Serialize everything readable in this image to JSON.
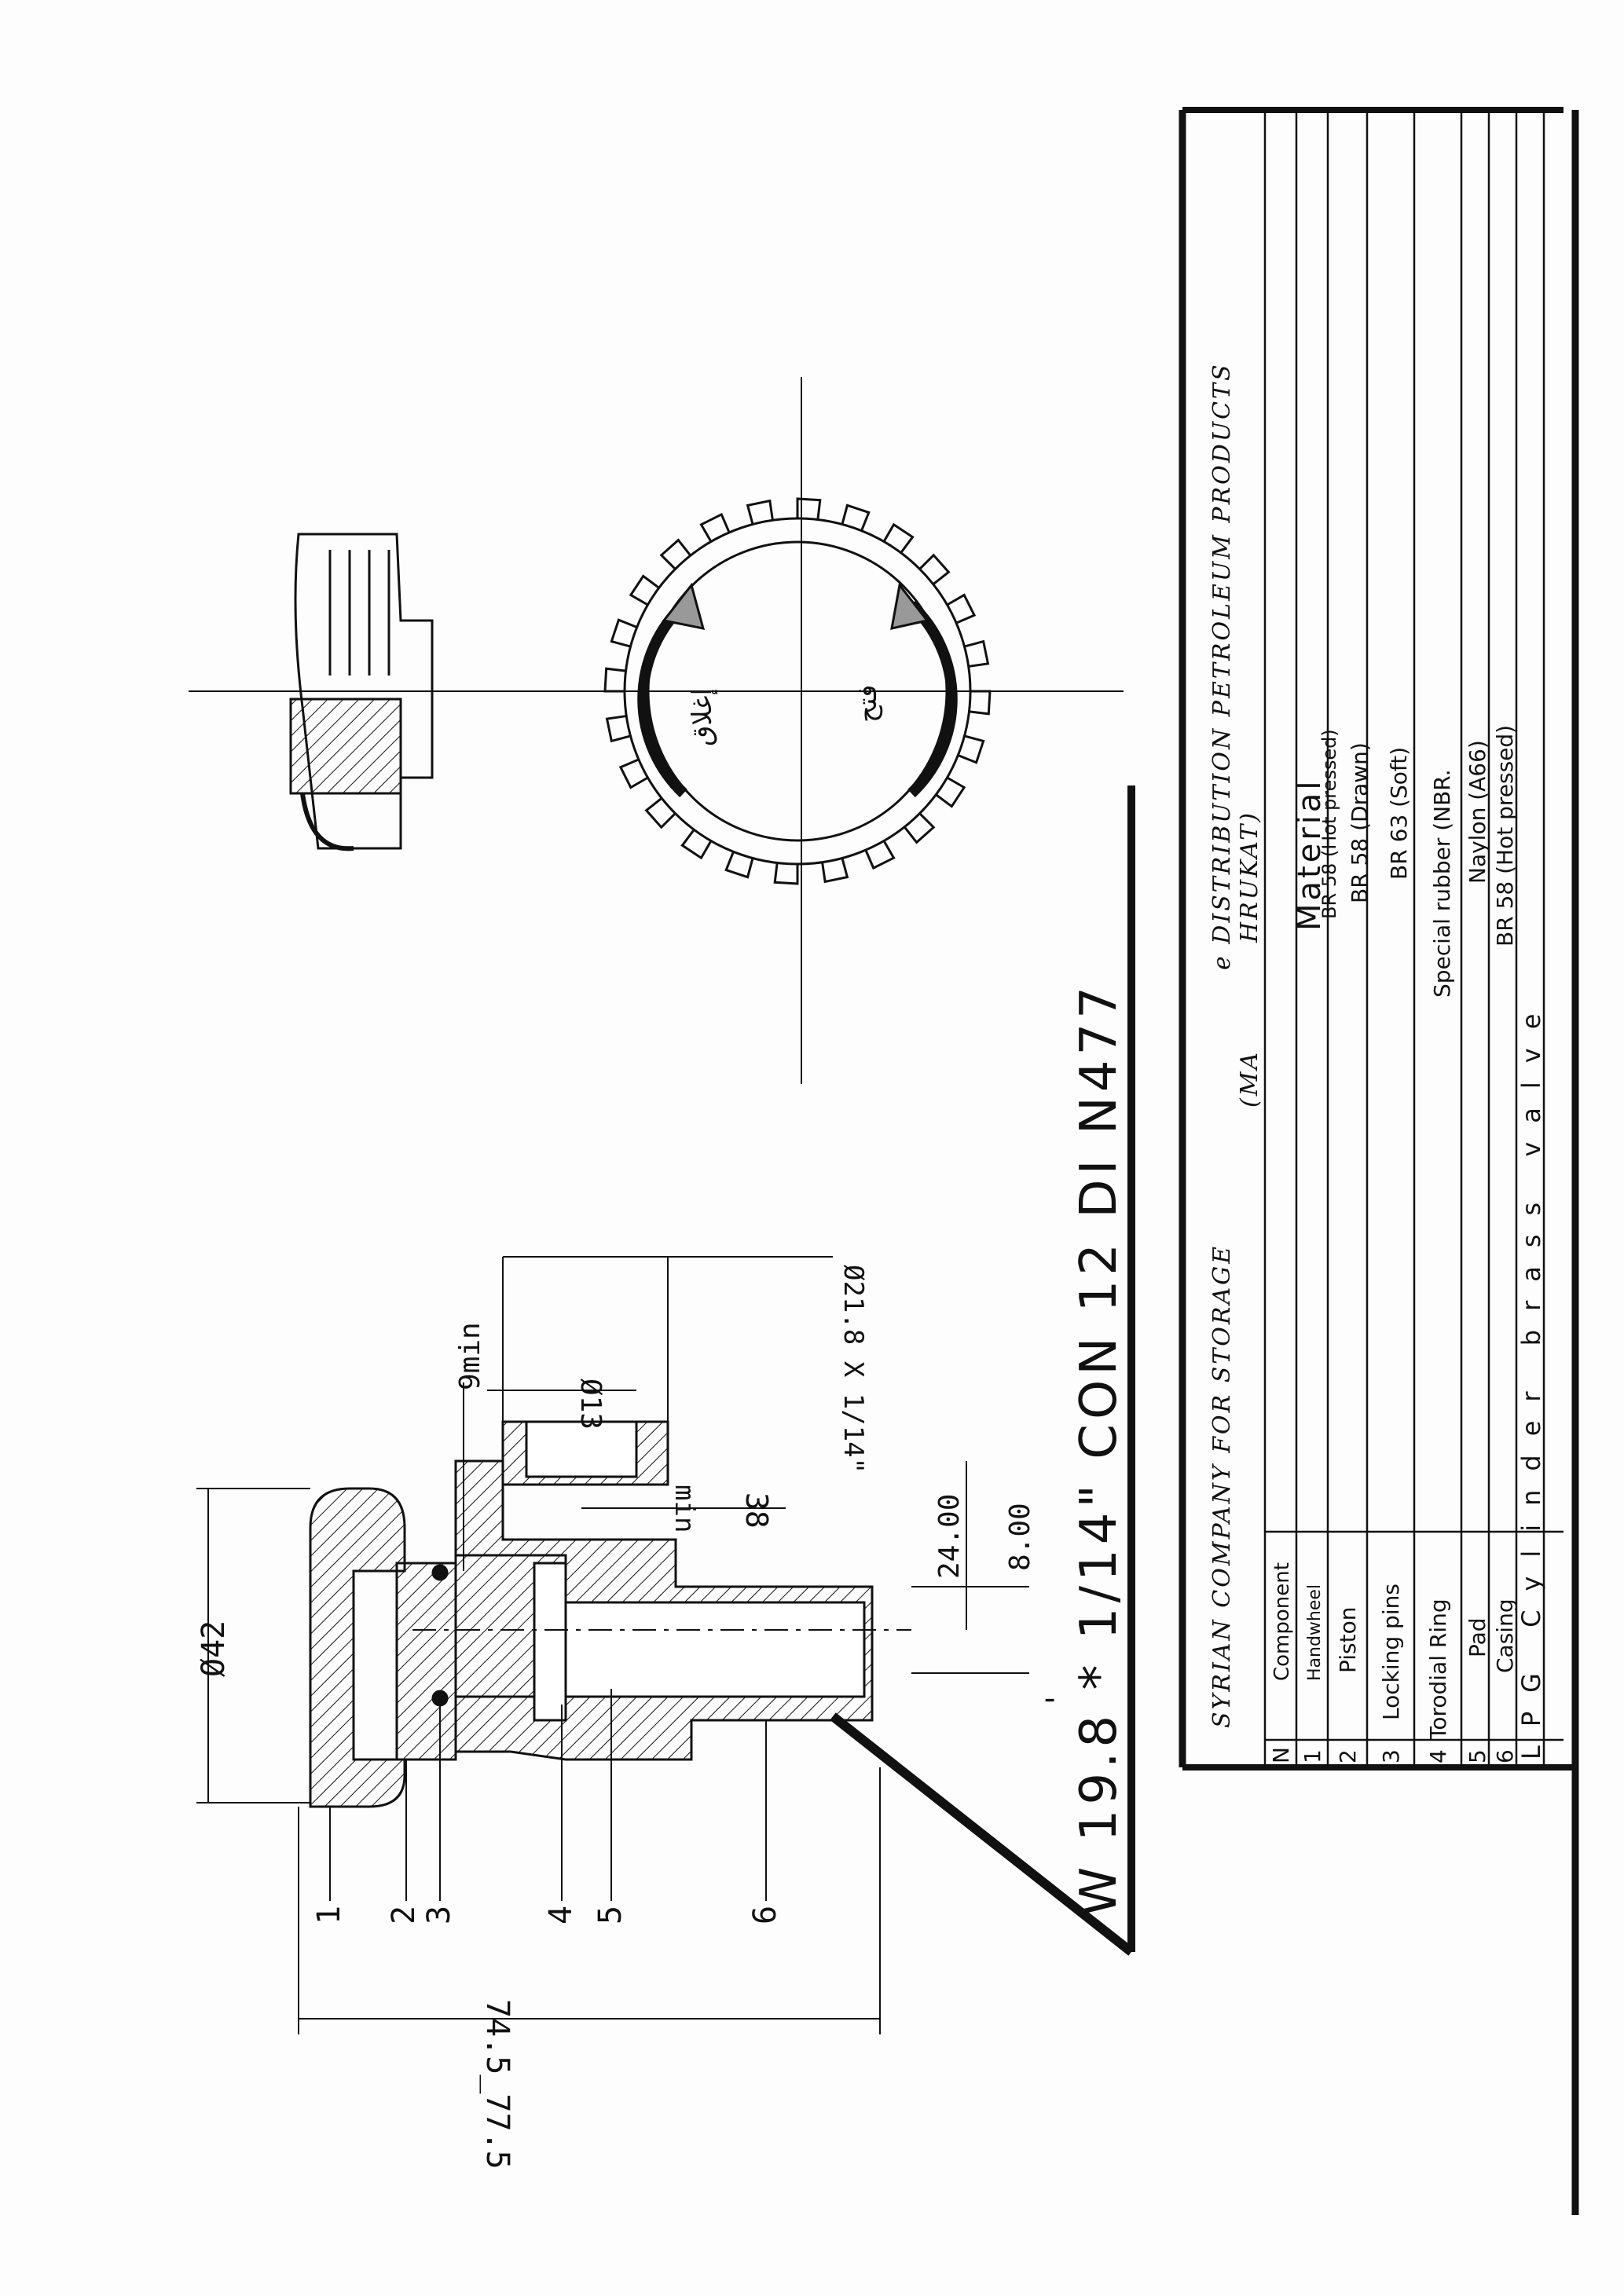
{
  "title": "W 19.8 * 1/14\" CON 12 DI   N477",
  "title_mark": "'",
  "company": {
    "line1": "SYRIAN COMPANY     FOR STORAGE",
    "line2_end": "e DISTRIBUTION PETROLEUM PRODUCTS",
    "line3_start": "(MA",
    "line3_end": "HRUKAT)"
  },
  "dimensions": {
    "d42": "Ø42",
    "d13": "Ø13",
    "nine_min": "9min",
    "thread": "Ø21.8 X 1/14\"",
    "thirty_eight": "38",
    "min": "min",
    "twenty_four": "24.00",
    "eight": "8.00",
    "overall": "74.5_77.5"
  },
  "callouts": [
    "1",
    "2",
    "3",
    "4",
    "5",
    "6"
  ],
  "arrows": {
    "open_ar": "إغلاق",
    "close_ar": "فتح"
  },
  "parts_table": {
    "headers": {
      "n": "N",
      "component": "Component",
      "material": "Material"
    },
    "rows": [
      {
        "n": "1",
        "component": "Handwheel",
        "material": "BR 58 (Hot pressed)"
      },
      {
        "n": "2",
        "component": "Piston",
        "material": "BR 58 (Drawn)"
      },
      {
        "n": "3",
        "component": "Locking pins",
        "material": "BR 63 (Soft)"
      },
      {
        "n": "4",
        "component": "Torodial Ring",
        "material": "Special rubber (NBR."
      },
      {
        "n": "5",
        "component": "Pad",
        "material": "Naylon (A66)"
      },
      {
        "n": "6",
        "component": "Casing",
        "material": "BR 58 (Hot pressed)"
      }
    ],
    "footer": "LPG  Cylinder  brass  valve"
  }
}
